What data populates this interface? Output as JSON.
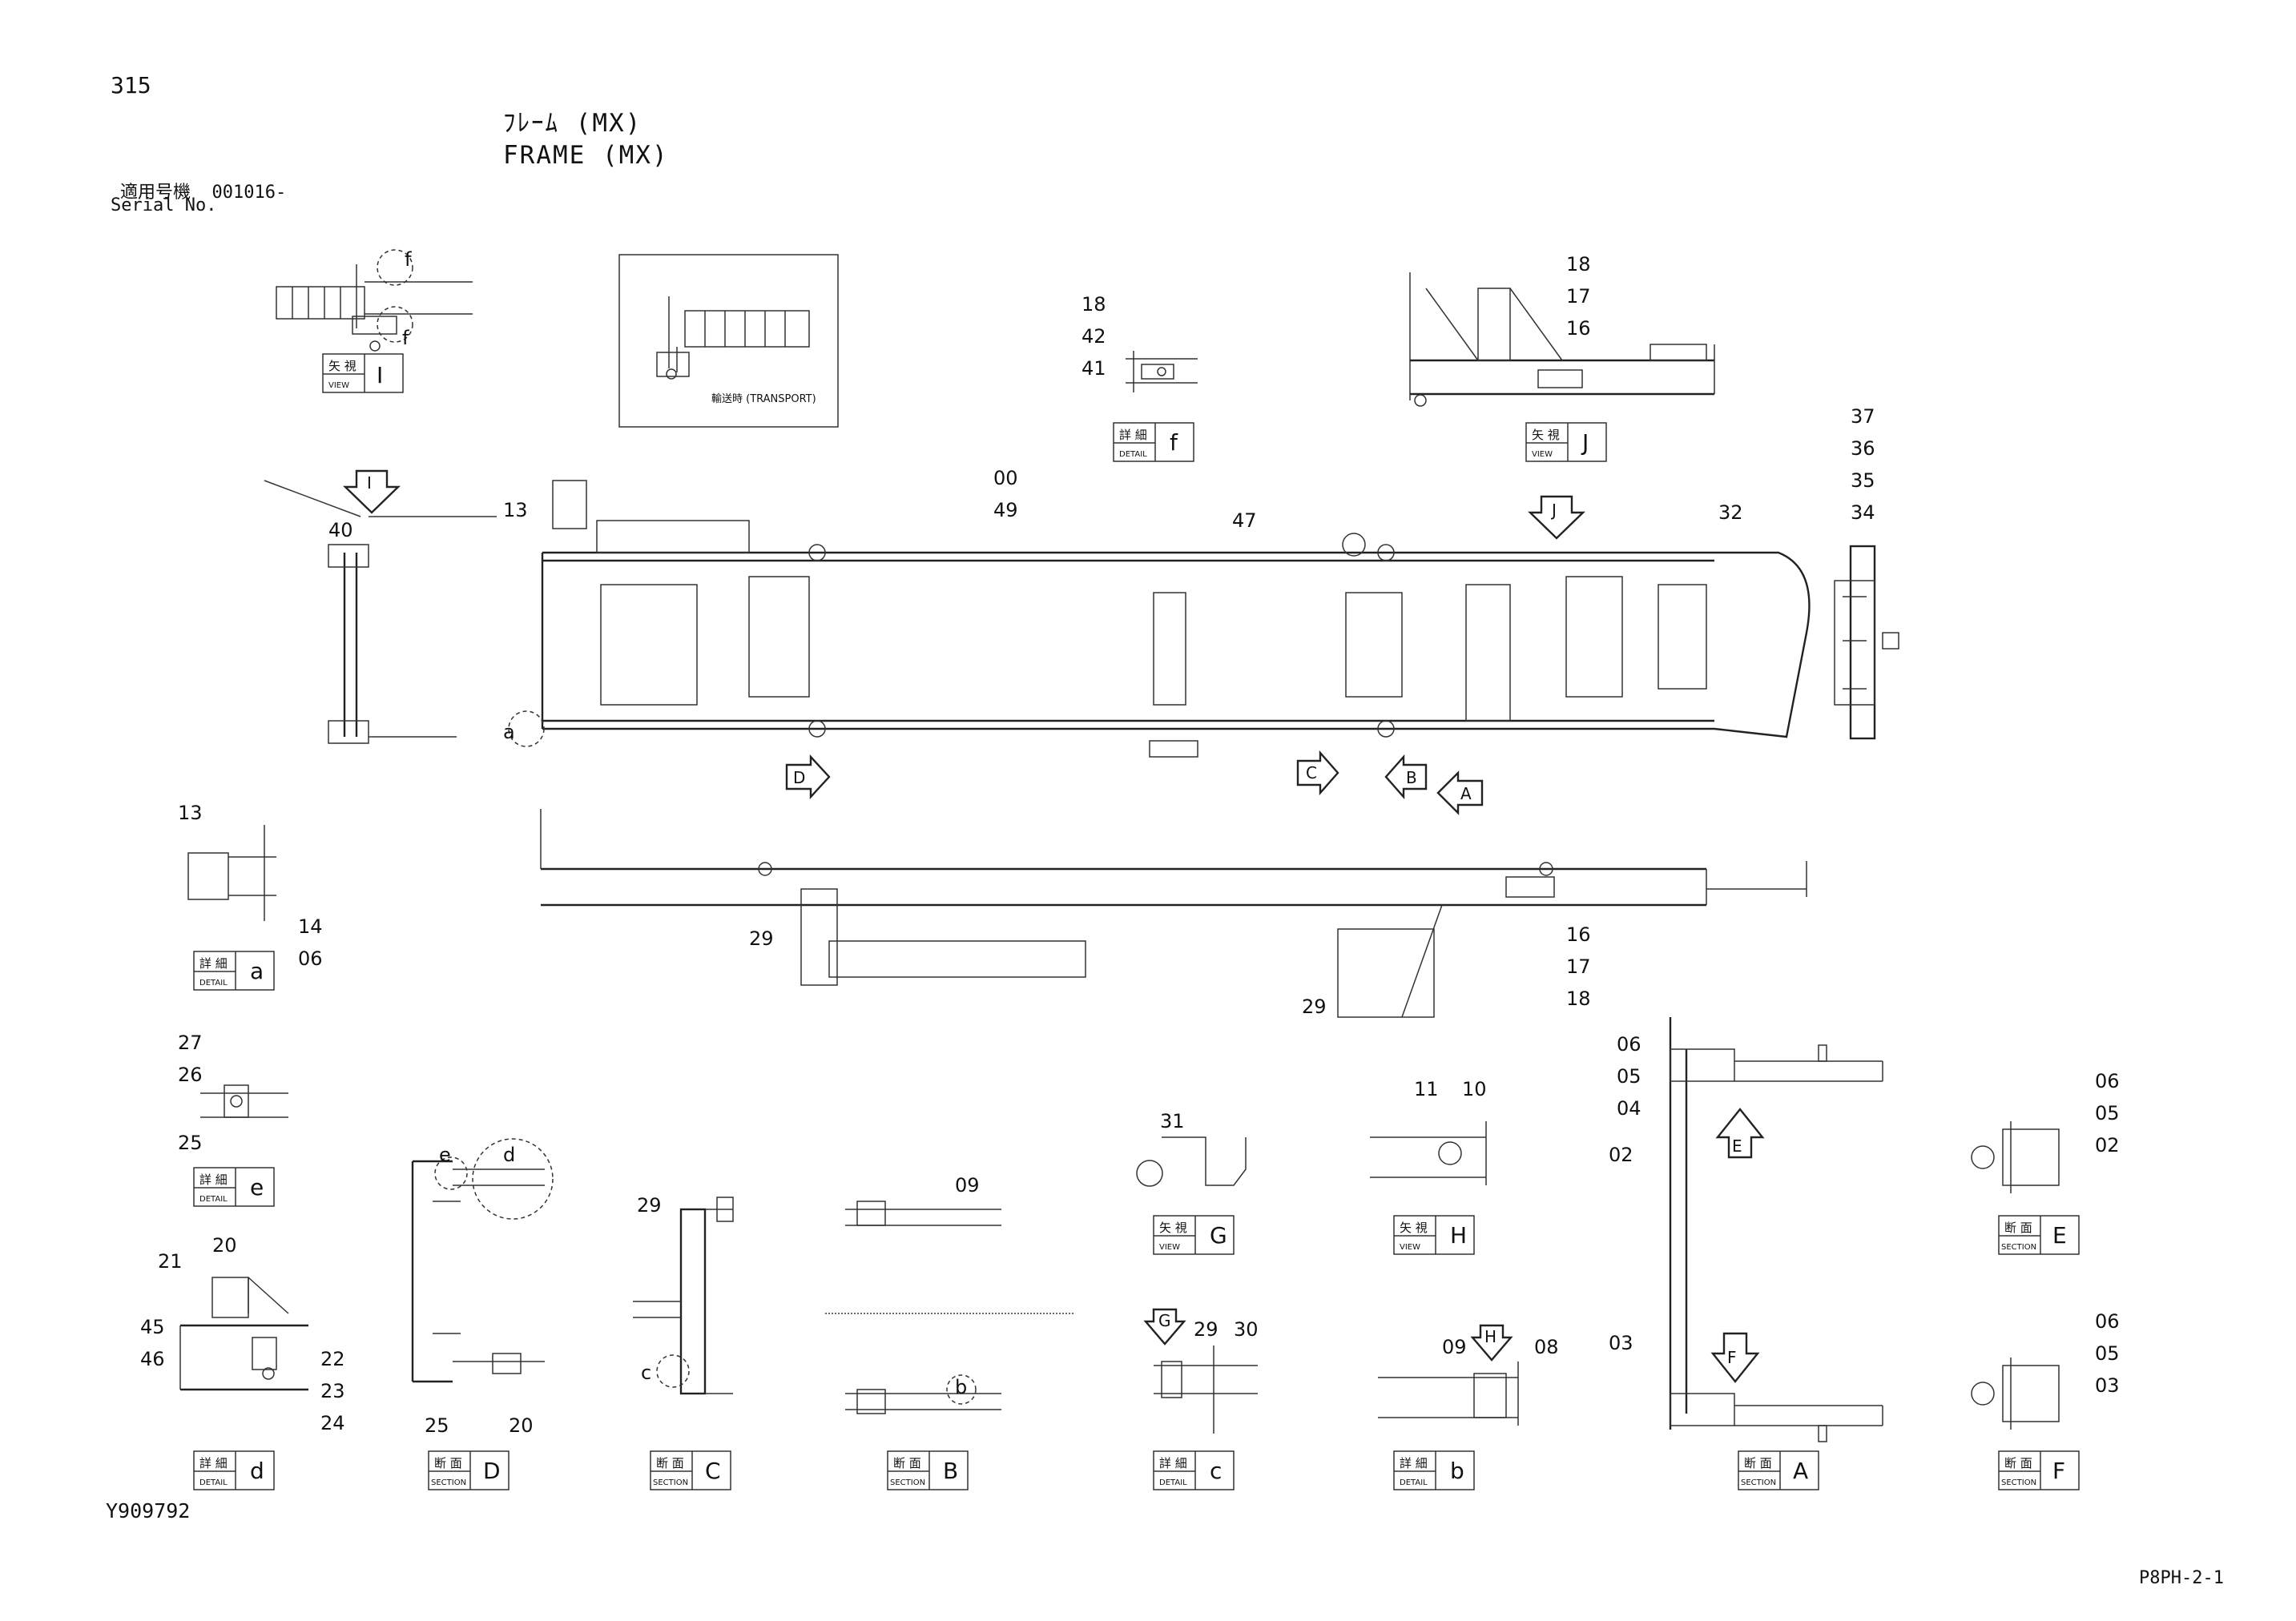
{
  "header": {
    "page_number": "315",
    "title_jp": "ﾌﾚｰﾑ (MX)",
    "title_en": "FRAME (MX)",
    "serial_jp": "適用号機  001016-",
    "serial_en": "Serial No."
  },
  "footer": {
    "document_number": "Y909792",
    "page_code": "P8PH-2-1"
  },
  "transport_note": "輸送時 (TRANSPORT)",
  "labels": {
    "view_I": {
      "jp": "矢 視",
      "en": "VIEW",
      "letter": "I"
    },
    "detail_f": {
      "jp": "詳 細",
      "en": "DETAIL",
      "letter": "f"
    },
    "view_J": {
      "jp": "矢 視",
      "en": "VIEW",
      "letter": "J"
    },
    "detail_a": {
      "jp": "詳 細",
      "en": "DETAIL",
      "letter": "a"
    },
    "detail_e": {
      "jp": "詳 細",
      "en": "DETAIL",
      "letter": "e"
    },
    "detail_d": {
      "jp": "詳 細",
      "en": "DETAIL",
      "letter": "d"
    },
    "section_D": {
      "jp": "断 面",
      "en": "SECTION",
      "letter": "D"
    },
    "section_C": {
      "jp": "断 面",
      "en": "SECTION",
      "letter": "C"
    },
    "section_B": {
      "jp": "断 面",
      "en": "SECTION",
      "letter": "B"
    },
    "view_G": {
      "jp": "矢 視",
      "en": "VIEW",
      "letter": "G"
    },
    "view_H": {
      "jp": "矢 視",
      "en": "VIEW",
      "letter": "H"
    },
    "detail_c": {
      "jp": "詳 細",
      "en": "DETAIL",
      "letter": "c"
    },
    "detail_b": {
      "jp": "詳 細",
      "en": "DETAIL",
      "letter": "b"
    },
    "section_A": {
      "jp": "断 面",
      "en": "SECTION",
      "letter": "A"
    },
    "section_E": {
      "jp": "断 面",
      "en": "SECTION",
      "letter": "E"
    },
    "section_F": {
      "jp": "断 面",
      "en": "SECTION",
      "letter": "F"
    }
  },
  "view_arrows": {
    "I": "I",
    "J": "J",
    "D": "D",
    "C": "C",
    "B": "B",
    "A": "A",
    "E": "E",
    "F": "F",
    "G": "G",
    "H": "H"
  },
  "callout_letters": {
    "a": "a",
    "b": "b",
    "c": "c",
    "d": "d",
    "e": "e",
    "f1": "f",
    "f2": "f"
  },
  "part_numbers": {
    "p18_f": "18",
    "p42": "42",
    "p41": "41",
    "p18_J": "18",
    "p17_J": "17",
    "p16_J": "16",
    "p37": "37",
    "p36": "36",
    "p35": "35",
    "p34": "34",
    "p40": "40",
    "p13_top": "13",
    "p00": "00",
    "p49": "49",
    "p47": "47",
    "p32": "32",
    "p13_a": "13",
    "p14": "14",
    "p06_a": "06",
    "p29_side": "29",
    "p29_side2": "29",
    "p16_side": "16",
    "p17_side": "17",
    "p18_side": "18",
    "p27": "27",
    "p26": "26",
    "p25_e": "25",
    "p20_d": "20",
    "p21": "21",
    "p45": "45",
    "p46": "46",
    "p22": "22",
    "p23": "23",
    "p24": "24",
    "p25_D": "25",
    "p20_D": "20",
    "p29_C": "29",
    "p09_B": "09",
    "p31": "31",
    "p11": "11",
    "p10": "10",
    "p29_c": "29",
    "p30": "30",
    "p09_b": "09",
    "p08": "08",
    "p06_A": "06",
    "p05_A": "05",
    "p04": "04",
    "p02_A": "02",
    "p03_A": "03",
    "p06_E": "06",
    "p05_E": "05",
    "p02_E": "02",
    "p06_F": "06",
    "p05_F": "05",
    "p03_F": "03"
  }
}
